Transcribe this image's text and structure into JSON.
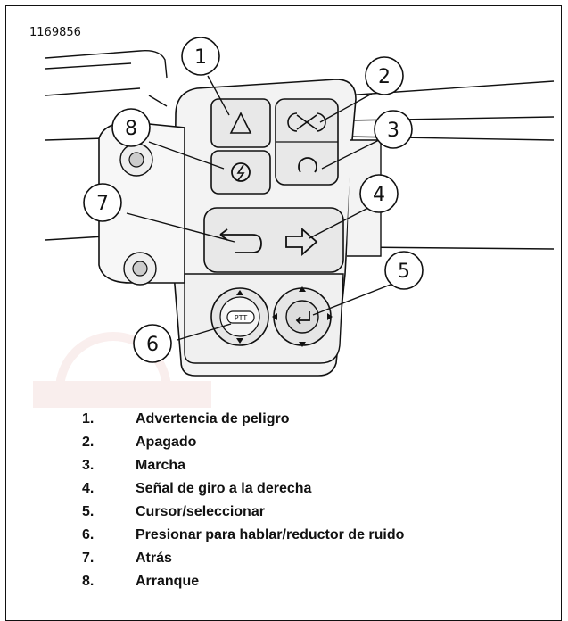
{
  "figure": {
    "id": "1169856",
    "callouts": [
      "1",
      "2",
      "3",
      "4",
      "5",
      "6",
      "7",
      "8"
    ],
    "button_labels": {
      "ptt": "PTT"
    },
    "icons": [
      "hazard-triangle-icon",
      "engine-stop-icon",
      "engine-run-icon",
      "start-icon",
      "left-turn-arrow-icon",
      "right-turn-arrow-icon",
      "joystick-select-icon",
      "ptt-rocker-icon"
    ]
  },
  "legend": [
    {
      "num": "1.",
      "text": "Advertencia de peligro"
    },
    {
      "num": "2.",
      "text": "Apagado"
    },
    {
      "num": "3.",
      "text": "Marcha"
    },
    {
      "num": "4.",
      "text": "Señal de giro a la derecha"
    },
    {
      "num": "5.",
      "text": "Cursor/seleccionar"
    },
    {
      "num": "6.",
      "text": "Presionar para hablar/reductor de ruido"
    },
    {
      "num": "7.",
      "text": "Atrás"
    },
    {
      "num": "8.",
      "text": "Arranque"
    }
  ]
}
